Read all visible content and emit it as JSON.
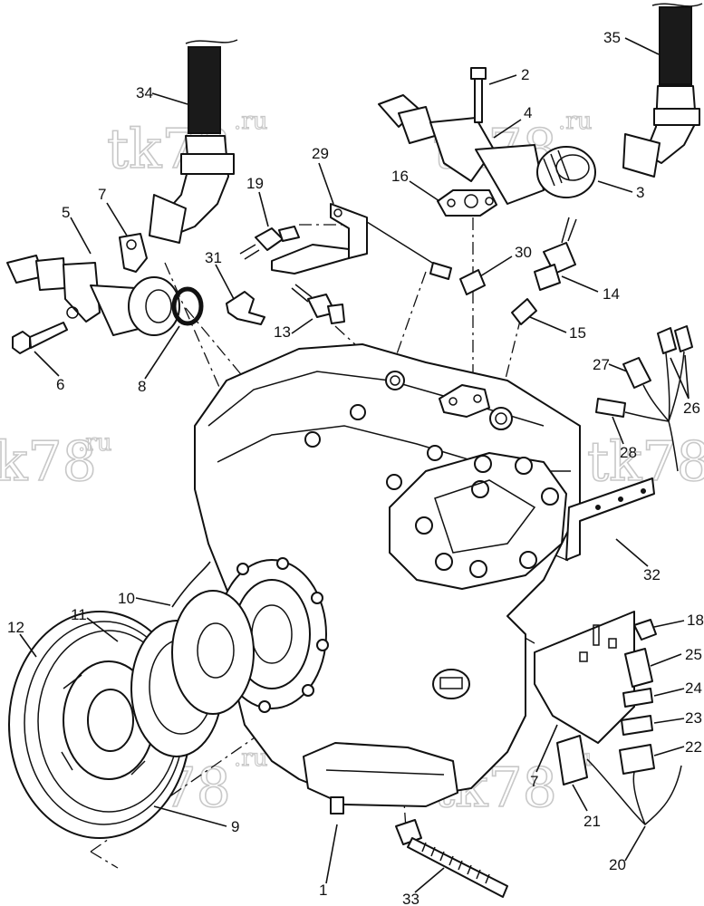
{
  "watermark": {
    "main": "tk78",
    "suffix": ".ru"
  },
  "callouts": [
    {
      "id": "c1",
      "label": "1"
    },
    {
      "id": "c2",
      "label": "2"
    },
    {
      "id": "c3",
      "label": "3"
    },
    {
      "id": "c4",
      "label": "4"
    },
    {
      "id": "c5",
      "label": "5"
    },
    {
      "id": "c6",
      "label": "6"
    },
    {
      "id": "c7a",
      "label": "7"
    },
    {
      "id": "c7b",
      "label": "7"
    },
    {
      "id": "c8",
      "label": "8"
    },
    {
      "id": "c9",
      "label": "9"
    },
    {
      "id": "c10",
      "label": "10"
    },
    {
      "id": "c11",
      "label": "11"
    },
    {
      "id": "c12",
      "label": "12"
    },
    {
      "id": "c13",
      "label": "13"
    },
    {
      "id": "c14",
      "label": "14"
    },
    {
      "id": "c15",
      "label": "15"
    },
    {
      "id": "c16",
      "label": "16"
    },
    {
      "id": "c18",
      "label": "18"
    },
    {
      "id": "c19",
      "label": "19"
    },
    {
      "id": "c20",
      "label": "20"
    },
    {
      "id": "c21",
      "label": "21"
    },
    {
      "id": "c22",
      "label": "22"
    },
    {
      "id": "c23",
      "label": "23"
    },
    {
      "id": "c24",
      "label": "24"
    },
    {
      "id": "c25",
      "label": "25"
    },
    {
      "id": "c26",
      "label": "26"
    },
    {
      "id": "c27",
      "label": "27"
    },
    {
      "id": "c28",
      "label": "28"
    },
    {
      "id": "c29",
      "label": "29"
    },
    {
      "id": "c30",
      "label": "30"
    },
    {
      "id": "c31",
      "label": "31"
    },
    {
      "id": "c32",
      "label": "32"
    },
    {
      "id": "c33",
      "label": "33"
    },
    {
      "id": "c34",
      "label": "34"
    },
    {
      "id": "c35",
      "label": "35"
    }
  ]
}
